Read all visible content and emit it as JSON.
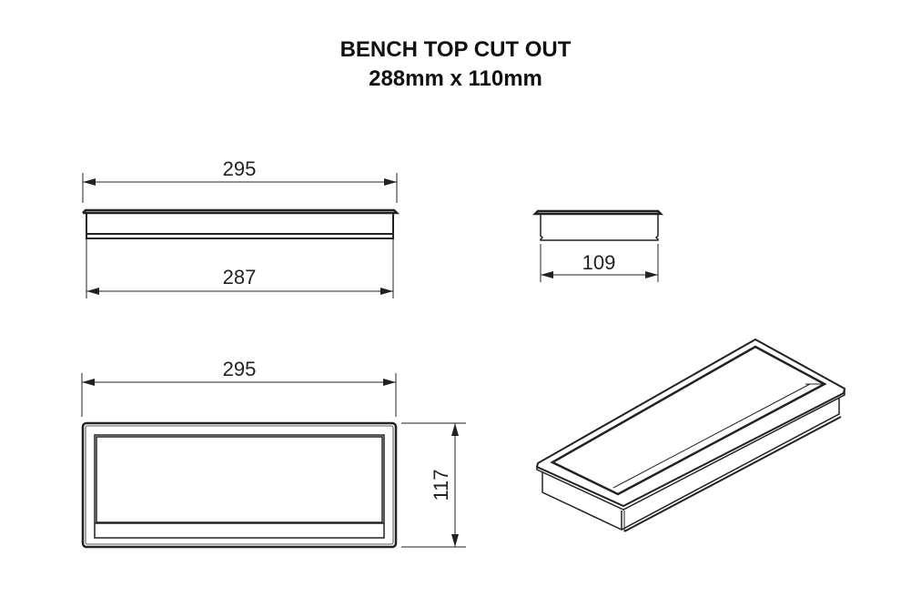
{
  "title": {
    "line1": "BENCH TOP CUT OUT",
    "line2": "288mm x 110mm"
  },
  "views": {
    "front_elevation": {
      "top_width_label": "295",
      "bottom_width_label": "287"
    },
    "side_elevation": {
      "width_label": "109"
    },
    "plan_view": {
      "width_label": "295",
      "height_label": "117"
    },
    "isometric_view": {
      "description": "isometric-3d-view"
    }
  },
  "colors": {
    "line": "#222222",
    "background": "#ffffff"
  }
}
